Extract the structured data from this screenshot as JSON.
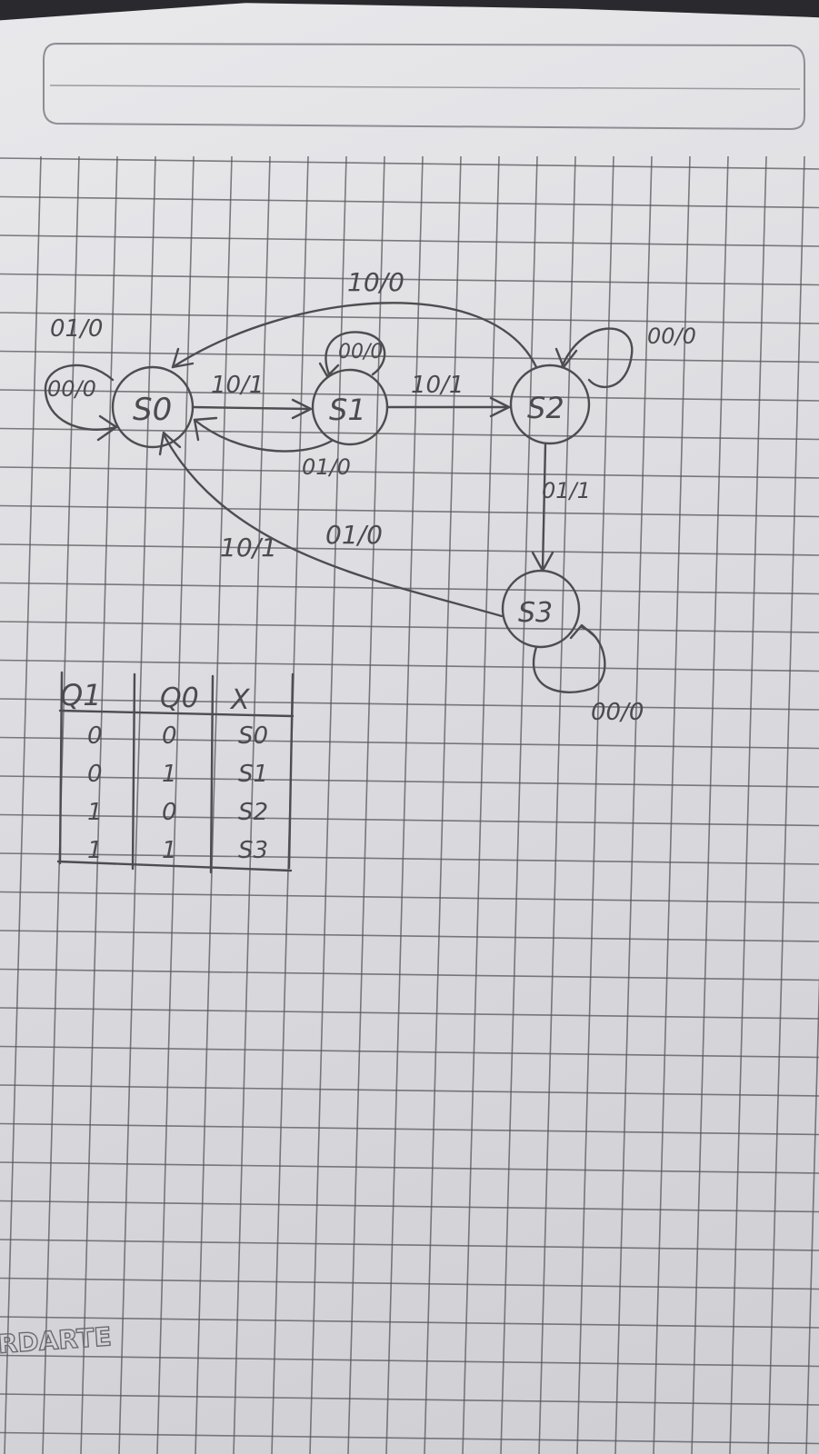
{
  "diagram": {
    "states": [
      {
        "id": "s0",
        "label": "S0"
      },
      {
        "id": "s1",
        "label": "S1"
      },
      {
        "id": "s2",
        "label": "S2"
      },
      {
        "id": "s3",
        "label": "S3"
      }
    ],
    "transitions": {
      "s0_self_top": "01/0",
      "s0_self_left": "00/0",
      "s0_to_s1": "10/1",
      "s1_self": "00/0",
      "s1_to_s0": "01/0",
      "s1_to_s2": "10/1",
      "s2_to_s0": "10/0",
      "s2_self": "00/0",
      "s2_to_s3": "01/1",
      "s3_to_s0_a": "10/1",
      "s3_to_s0_b": "01/0",
      "s3_self": "00/0"
    }
  },
  "table": {
    "headers": [
      "Q1",
      "Q0",
      "X"
    ],
    "rows": [
      [
        "0",
        "0",
        "S0"
      ],
      [
        "0",
        "1",
        "S1"
      ],
      [
        "1",
        "0",
        "S2"
      ],
      [
        "1",
        "1",
        "S3"
      ]
    ]
  },
  "brand": "RDARTE"
}
